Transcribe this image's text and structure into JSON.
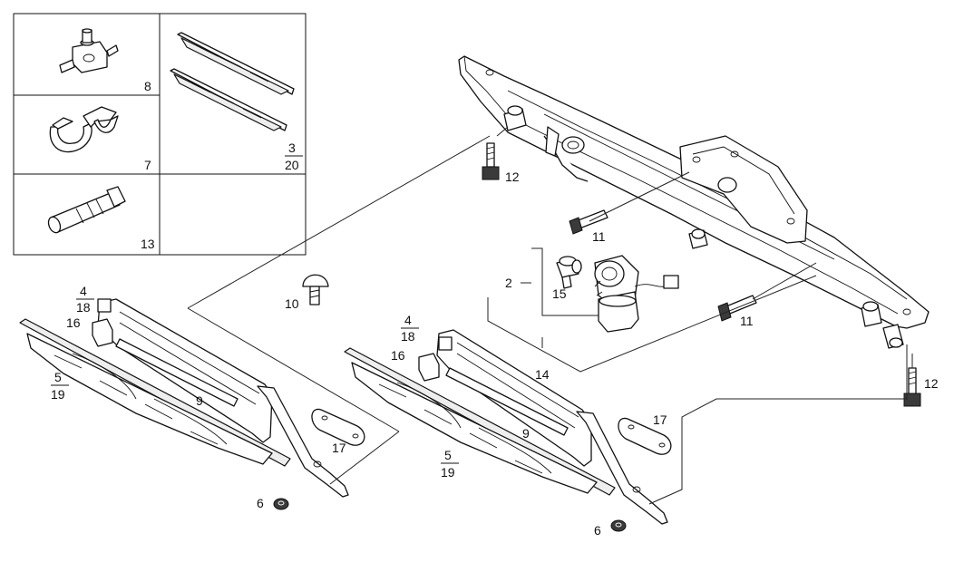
{
  "callouts": {
    "part_2": "2",
    "part_3": "3",
    "part_20": "20",
    "part_4_left": "4",
    "part_18_left": "18",
    "part_4_right": "4",
    "part_18_right": "18",
    "part_5_left": "5",
    "part_19_left": "19",
    "part_5_right": "5",
    "part_19_right": "19",
    "part_6_left": "6",
    "part_6_right": "6",
    "part_7": "7",
    "part_8": "8",
    "part_9_left": "9",
    "part_9_right": "9",
    "part_10": "10",
    "part_11_upper": "11",
    "part_11_lower": "11",
    "part_12_upper": "12",
    "part_12_lower": "12",
    "part_13": "13",
    "part_14": "14",
    "part_15": "15",
    "part_16_left": "16",
    "part_16_right": "16",
    "part_17_left": "17",
    "part_17_right": "17"
  },
  "colors": {
    "line": "#111111",
    "background": "#ffffff",
    "fill_light": "#eeeeee",
    "fill_dark": "#3a3a3a"
  }
}
